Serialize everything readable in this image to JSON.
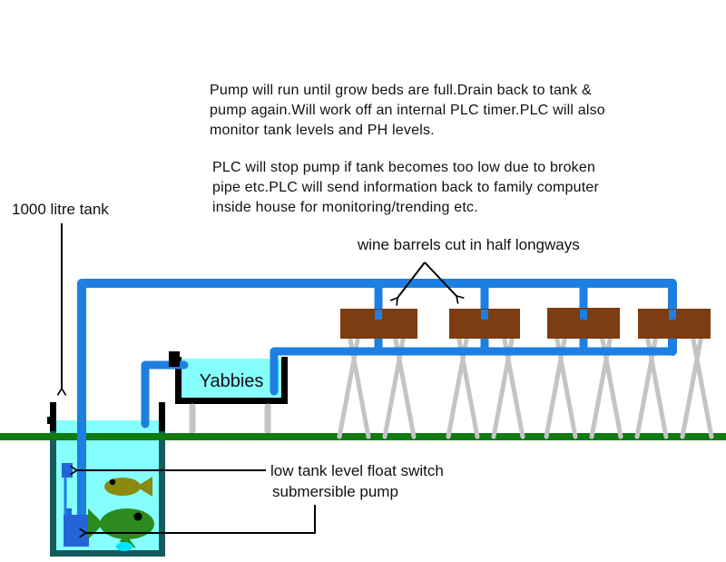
{
  "notes": {
    "paragraph1": "Pump will run until grow beds are full.Drain back to tank &\npump again.Will work off an internal PLC timer.PLC will also\nmonitor tank levels and PH levels.",
    "paragraph2": "PLC will stop pump if tank becomes too low due to broken\npipe etc.PLC will send information back to family computer\ninside house for monitoring/trending etc."
  },
  "labels": {
    "tank": "1000 litre tank",
    "barrels": "wine barrels cut in half longways",
    "yabbies": "Yabbies",
    "float_switch": "low tank level float switch",
    "pump": "submersible pump"
  },
  "icons": {
    "arrow_style": "open-v-arrowhead",
    "pipe_icon": "blue-pipe-line",
    "fish_icons": [
      "olive-fish",
      "green-fish"
    ]
  },
  "colors": {
    "pipe": "#1d7fe1",
    "barrel": "#7b3d11",
    "ground": "#117a11",
    "water": "#86ffff",
    "wall": "#155c5c",
    "pump": "#2464d8",
    "leg": "#c4c4c4",
    "fish_green": "#2d8a1e",
    "fish_olive": "#8a8a10",
    "droplet": "#00e5ff",
    "text": "#111111"
  }
}
